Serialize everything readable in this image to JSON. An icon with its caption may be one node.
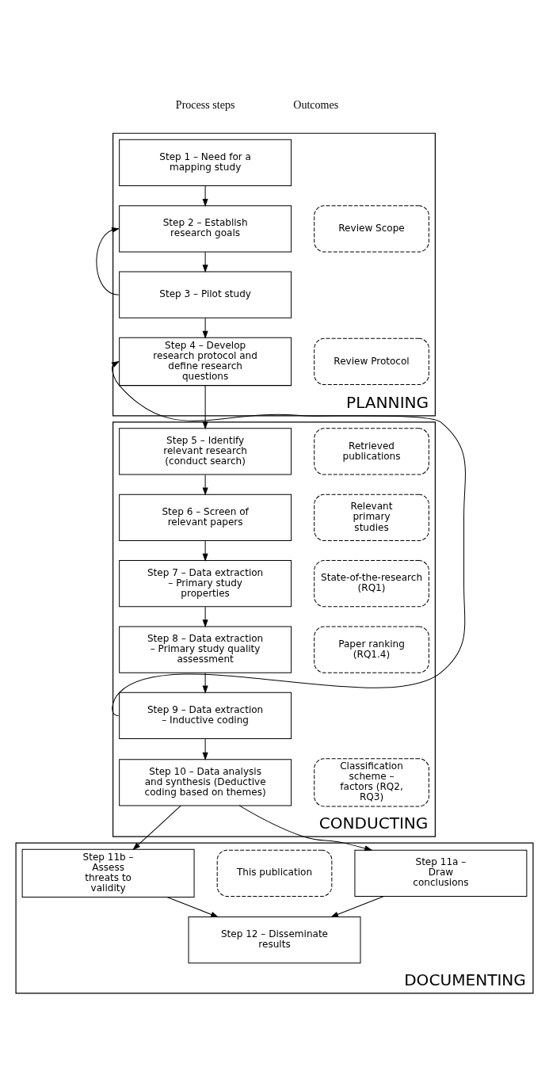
{
  "diagram": {
    "nodes": [
      {
        "text": [
          "PLANNING"
        ]
      },
      {
        "text": [
          "Step 1 – Need for a mapping study"
        ],
        "in": 0
      },
      {
        "text": [
          "Review Scope"
        ],
        "in": 0
      },
      {
        "text": [
          "Step 2 – Establish research goals"
        ],
        "in": 0
      },
      {
        "text": [
          "Step 3 – Pilot study"
        ],
        "in": 0
      },
      {
        "text": [
          "Step 4 – Develop research protocol and define research questions"
        ],
        "in": 0
      },
      {
        "text": [
          "Review Protocol"
        ],
        "in": 0
      },
      {
        "text": [
          "CONDUCTING"
        ]
      },
      {
        "text": [
          "Step 5 – Identify relevant research (conduct search)"
        ],
        "in": 7
      },
      {
        "text": [
          "Retrieved publications"
        ],
        "in": 7
      },
      {
        "text": [
          "Step 6 – Screen of relevant papers"
        ],
        "in": 7
      },
      {
        "text": [
          "Relevant primary studies"
        ],
        "in": 7
      },
      {
        "text": [
          "Step 7 – Data extraction – Primary study properties"
        ],
        "in": 7
      },
      {
        "text": [
          "State-of-the-research (RQ1)"
        ],
        "in": 7
      },
      {
        "text": [
          "Step 8 – Data extraction – Primary study quality assessment"
        ],
        "in": 7
      },
      {
        "text": [
          "Paper ranking (RQ1.4)"
        ],
        "in": 7
      },
      {
        "text": [
          "Step 9 – Data extraction – Inductive coding"
        ],
        "in": 7
      },
      {
        "text": [
          "Classification scheme – factors (RQ2, RQ3)"
        ],
        "in": 7
      },
      {
        "text": [
          "Step 10 – Data analysis and synthesis (Deductive coding based on themes)"
        ],
        "in": 7
      },
      {
        "text": [
          "DOCUMENTING"
        ]
      },
      {
        "text": [
          "Step 11a – Draw conclusions"
        ],
        "in": 19
      },
      {
        "text": [
          "Step 11b – Assess threats to validity"
        ],
        "in": 19
      },
      {
        "text": [
          "This publication"
        ],
        "in": 19
      },
      {
        "text": [
          "Step 12 – Disseminate results"
        ],
        "in": 19
      }
    ],
    "edges": [
      {
        "from": 1,
        "to": 3,
        "arrow": "to"
      },
      {
        "from": 3,
        "to": 4,
        "arrow": "to"
      },
      {
        "from": 4,
        "to": 3,
        "arrow": "to"
      },
      {
        "from": 4,
        "to": 5,
        "arrow": "to"
      },
      {
        "from": 16,
        "to": 5,
        "arrow": "to"
      },
      {
        "from": 5,
        "to": 8,
        "arrow": "to"
      },
      {
        "from": 8,
        "to": 10,
        "arrow": "to"
      },
      {
        "from": 10,
        "to": 12,
        "arrow": "to"
      },
      {
        "from": 12,
        "to": 14,
        "arrow": "to"
      },
      {
        "from": 14,
        "to": 16,
        "arrow": "to"
      },
      {
        "from": 16,
        "to": 18,
        "arrow": "to"
      },
      {
        "from": 18,
        "to": 20,
        "arrow": "to"
      },
      {
        "from": 18,
        "to": 21,
        "arrow": "to"
      },
      {
        "from": 20,
        "to": 23,
        "arrow": "to"
      },
      {
        "from": 21,
        "to": 23,
        "arrow": "to"
      }
    ],
    "labels": [
      "Process steps",
      "Outcomes"
    ]
  }
}
